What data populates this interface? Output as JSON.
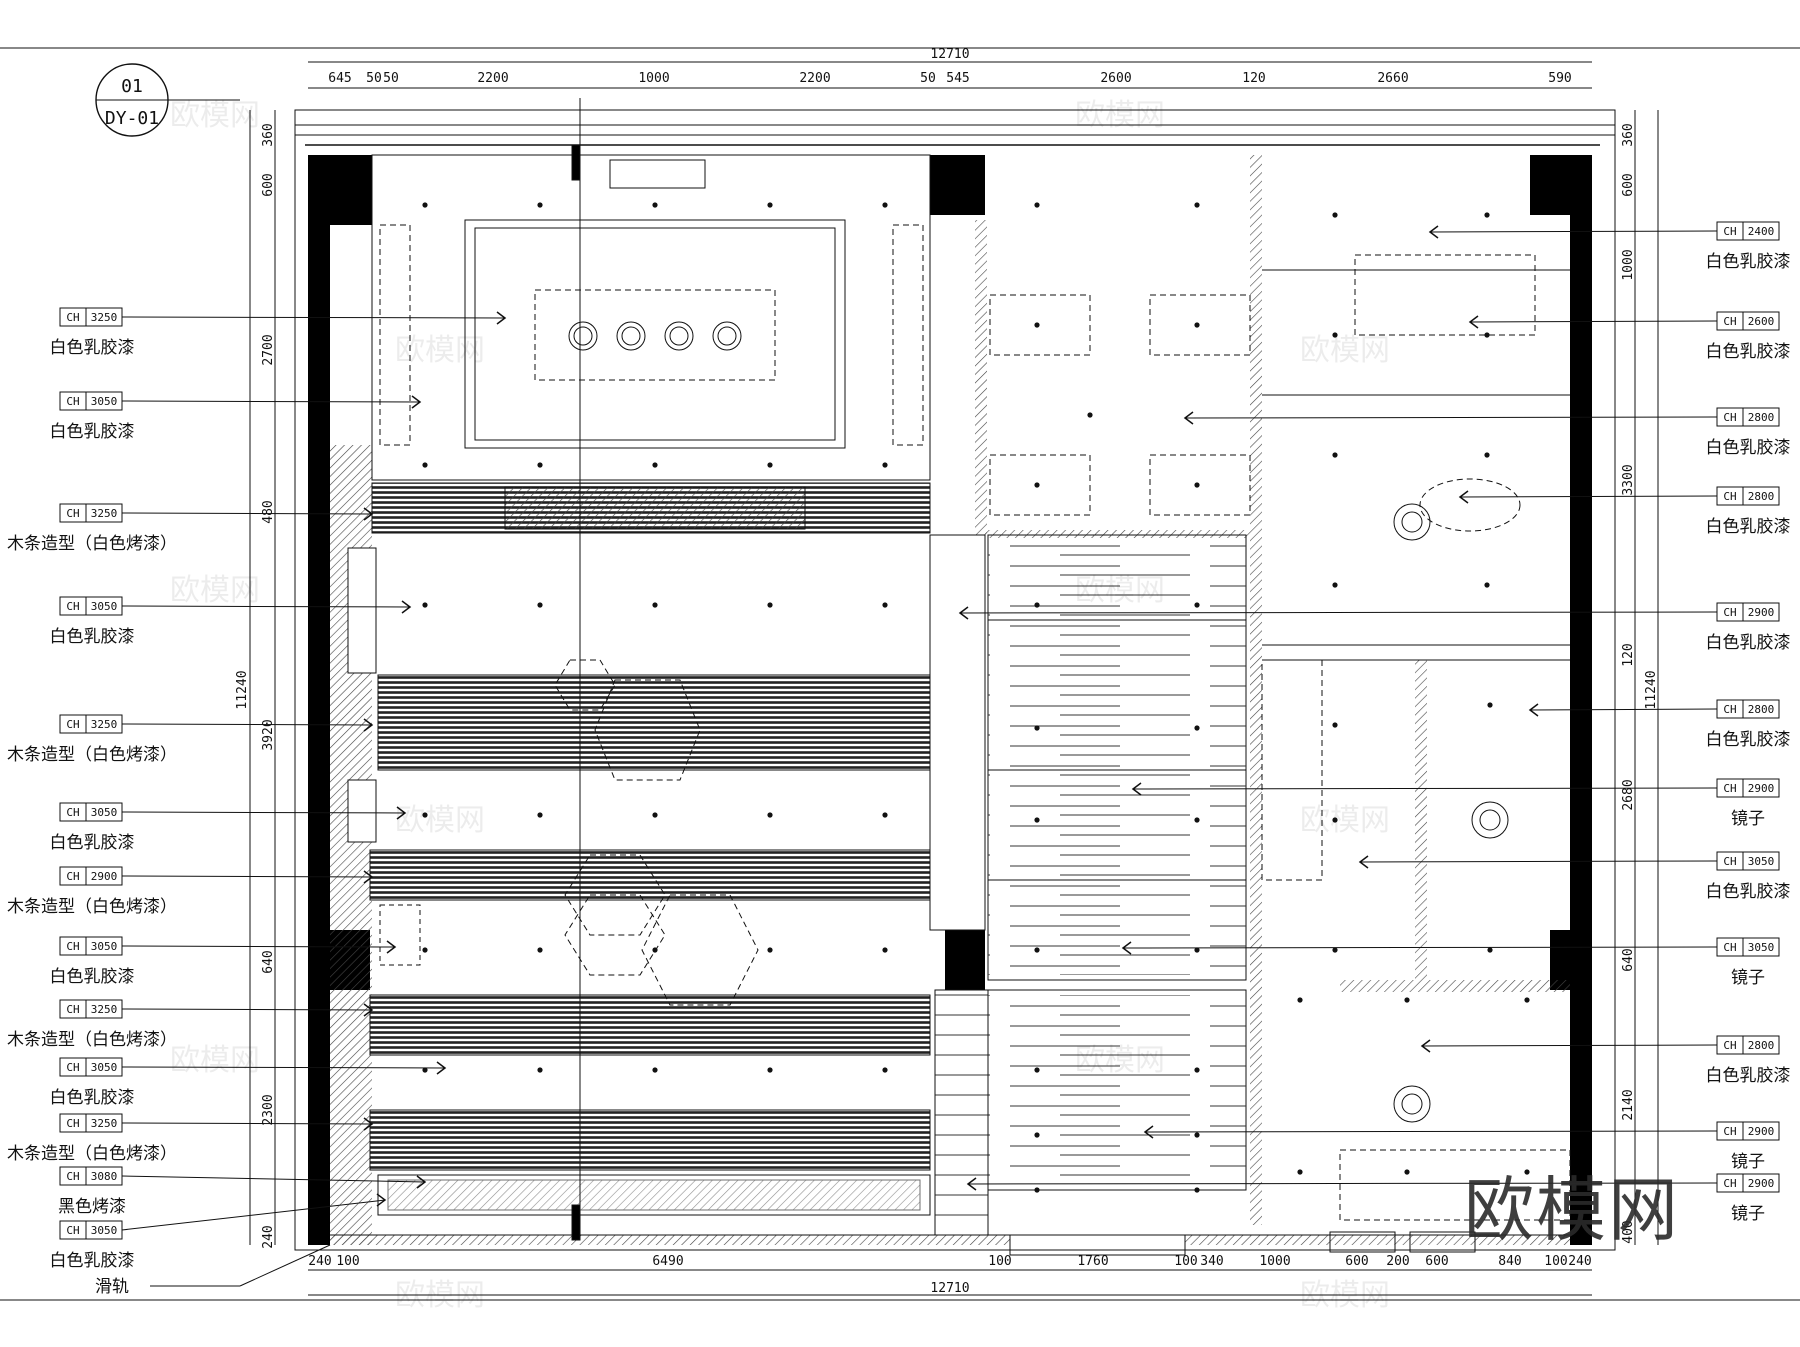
{
  "drawing": {
    "number": "01",
    "code": "DY-01",
    "overall_dim": "12710"
  },
  "top_dims": [
    "645",
    "50",
    "50",
    "2200",
    "1000",
    "2200",
    "50",
    "545",
    "2600",
    "120",
    "2660",
    "590"
  ],
  "bottom_dims": [
    "240",
    "100",
    "6490",
    "100",
    "1760",
    "100",
    "340",
    "1000",
    "600",
    "200",
    "600",
    "840",
    "100",
    "240"
  ],
  "left_dims": [
    "360",
    "600",
    "2700",
    "480",
    "3920",
    "640",
    "2300",
    "240"
  ],
  "left_total": "11240",
  "right_dims": [
    "360",
    "600",
    "1000",
    "3300",
    "120",
    "2680",
    "640",
    "2140",
    "400"
  ],
  "right_total": "11240",
  "left_tags": [
    {
      "ch": "CH",
      "height": "3250",
      "note": "白色乳胶漆"
    },
    {
      "ch": "CH",
      "height": "3050",
      "note": "白色乳胶漆"
    },
    {
      "ch": "CH",
      "height": "3250",
      "note": "木条造型（白色烤漆）"
    },
    {
      "ch": "CH",
      "height": "3050",
      "note": "白色乳胶漆"
    },
    {
      "ch": "CH",
      "height": "3250",
      "note": "木条造型（白色烤漆）"
    },
    {
      "ch": "CH",
      "height": "3050",
      "note": "白色乳胶漆"
    },
    {
      "ch": "CH",
      "height": "2900",
      "note": "木条造型（白色烤漆）"
    },
    {
      "ch": "CH",
      "height": "3050",
      "note": "白色乳胶漆"
    },
    {
      "ch": "CH",
      "height": "3250",
      "note": "木条造型（白色烤漆）"
    },
    {
      "ch": "CH",
      "height": "3050",
      "note": "白色乳胶漆"
    },
    {
      "ch": "CH",
      "height": "3250",
      "note": "木条造型（白色烤漆）"
    },
    {
      "ch": "CH",
      "height": "3080",
      "note": "黑色烤漆"
    },
    {
      "ch": "CH",
      "height": "3050",
      "note": "白色乳胶漆"
    }
  ],
  "slide_rail": "滑轨",
  "right_tags": [
    {
      "ch": "CH",
      "height": "2400",
      "note": "白色乳胶漆"
    },
    {
      "ch": "CH",
      "height": "2600",
      "note": "白色乳胶漆"
    },
    {
      "ch": "CH",
      "height": "2800",
      "note": "白色乳胶漆"
    },
    {
      "ch": "CH",
      "height": "2800",
      "note": "白色乳胶漆"
    },
    {
      "ch": "CH",
      "height": "2900",
      "note": "白色乳胶漆"
    },
    {
      "ch": "CH",
      "height": "2800",
      "note": "白色乳胶漆"
    },
    {
      "ch": "CH",
      "height": "2900",
      "note": "镜子"
    },
    {
      "ch": "CH",
      "height": "3050",
      "note": "白色乳胶漆"
    },
    {
      "ch": "CH",
      "height": "3050",
      "note": "镜子"
    },
    {
      "ch": "CH",
      "height": "2800",
      "note": "白色乳胶漆"
    },
    {
      "ch": "CH",
      "height": "2900",
      "note": "镜子"
    },
    {
      "ch": "CH",
      "height": "2900",
      "note": "镜子"
    }
  ],
  "watermark": {
    "text": "欧模网",
    "url": "www.om.cn"
  },
  "brand": "欧模网"
}
